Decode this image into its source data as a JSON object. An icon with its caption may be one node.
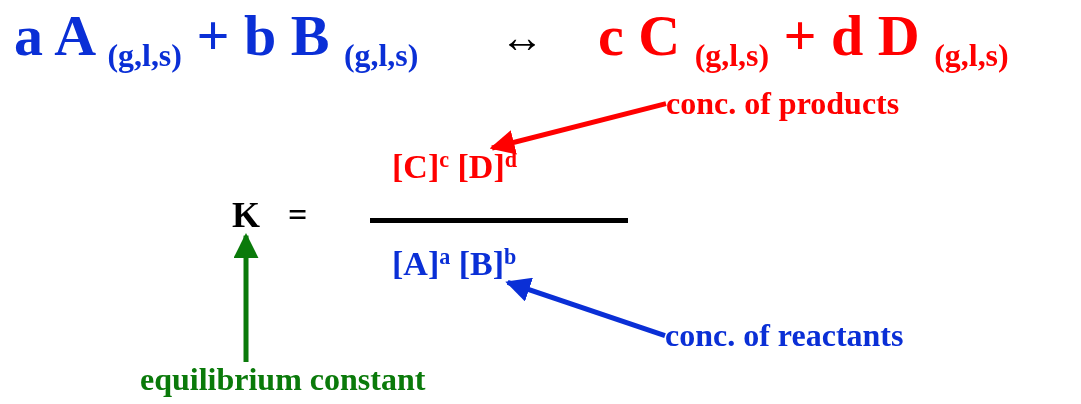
{
  "diagram": {
    "nodes": [
      {
        "text": [
          "[C]$^{c}$ [D]$^{d}$"
        ]
      },
      {
        "text": [
          "[A]$^{a}$ [B]$^{b}$"
        ]
      },
      {
        "text": [
          "K"
        ]
      },
      {
        "text": [
          "conc. of products"
        ]
      },
      {
        "text": [
          "conc. of reactants"
        ]
      },
      {
        "text": [
          "equilibrium constant"
        ]
      }
    ],
    "edges": [
      {
        "from": 3,
        "to": 0,
        "arrow": "to",
        "color": "#ff0000"
      },
      {
        "from": 4,
        "to": 1,
        "arrow": "to",
        "color": "#0a2fd6"
      },
      {
        "from": 5,
        "to": 2,
        "arrow": "to",
        "color": "#0a7a0a"
      }
    ],
    "labels": [
      "a A $_{(g,l,s)}$ + b B $_{(g,l,s)}$",
      "↔",
      "c C $_{(g,l,s)}$ + d D $_{(g,l,s)}$",
      "="
    ]
  }
}
